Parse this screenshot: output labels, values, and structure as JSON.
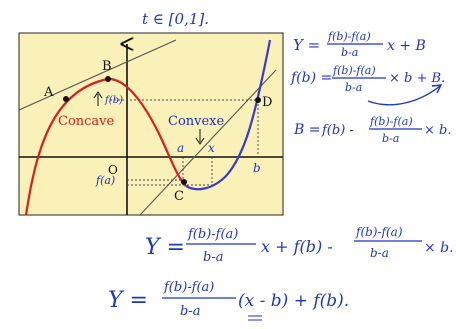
{
  "top_note": "t ∈ [0,1].",
  "figure": {
    "points": {
      "A": "A",
      "B": "B",
      "C": "C",
      "D": "D",
      "O": "O"
    },
    "concave_label": "Concave",
    "convexe_label": "Convexe",
    "fb_label": "f(b)",
    "fa_label": "f(a)",
    "a_label": "a",
    "x_label": "x",
    "b_label": "b",
    "colors": {
      "panel": "#f9f1b8",
      "concave": "#d81e1e",
      "convexe": "#3b3bc8",
      "ink": "#1f35c8"
    }
  },
  "equations": {
    "eq1_lhs": "Y =",
    "eq1_frac_num": "f(b)-f(a)",
    "eq1_frac_den": "b-a",
    "eq1_tail": "x + B",
    "eq2_lhs": "f(b) =",
    "eq2_frac_num": "f(b)-f(a)",
    "eq2_frac_den": "b-a",
    "eq2_tail": "× b + B.",
    "eq3_lhs": "B =",
    "eq3_first": "f(b) -",
    "eq3_frac_num": "f(b)-f(a)",
    "eq3_frac_den": "b-a",
    "eq3_tail": "× b.",
    "eq4_lhs": "Y =",
    "eq4_frac1_num": "f(b)-f(a)",
    "eq4_frac1_den": "b-a",
    "eq4_mid": "x + f(b) -",
    "eq4_frac2_num": "f(b)-f(a)",
    "eq4_frac2_den": "b-a",
    "eq4_tail": "× b.",
    "eq5_lhs": "Y =",
    "eq5_frac_num": "f(b)-f(a)",
    "eq5_frac_den": "b-a",
    "eq5_tail": "(x - b) + f(b)."
  }
}
